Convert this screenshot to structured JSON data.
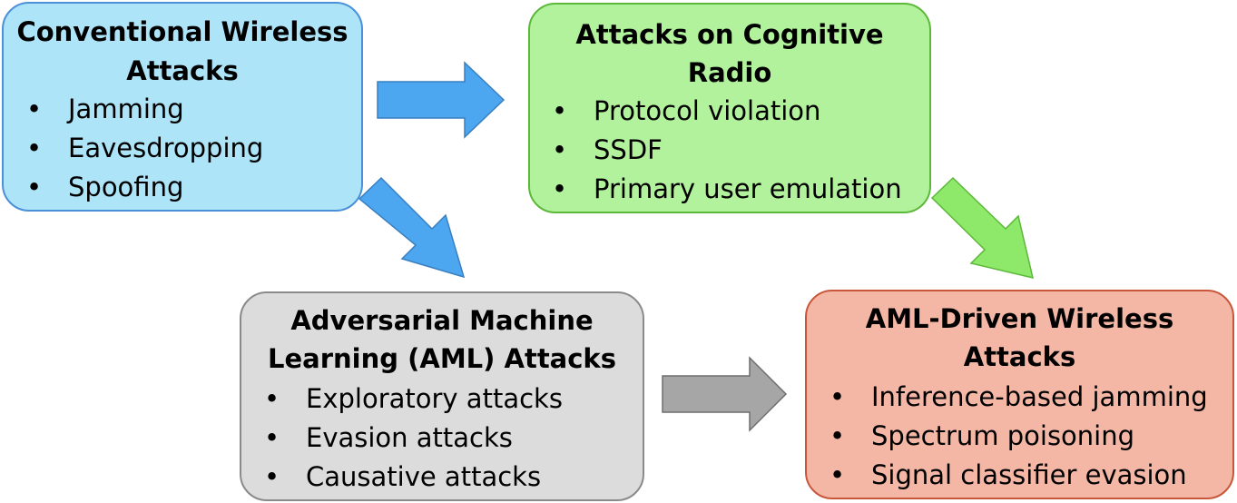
{
  "boxes": {
    "conventional": {
      "title_line1": "Conventional Wireless",
      "title_line2": "Attacks",
      "items": [
        "Jamming",
        "Eavesdropping",
        "Spoofing"
      ]
    },
    "cognitive": {
      "title_line1": "Attacks on Cognitive",
      "title_line2": "Radio",
      "items": [
        "Protocol violation",
        "SSDF",
        "Primary user emulation"
      ]
    },
    "aml": {
      "title_line1": "Adversarial Machine",
      "title_line2": "Learning (AML) Attacks",
      "items": [
        "Exploratory attacks",
        "Evasion attacks",
        "Causative attacks"
      ]
    },
    "amldriven": {
      "title_line1": "AML-Driven Wireless",
      "title_line2": "Attacks",
      "items": [
        "Inference-based jamming",
        "Spectrum poisoning",
        "Signal classifier evasion"
      ]
    }
  },
  "colors": {
    "blue_fill": "#aee4f7",
    "blue_stroke": "#4a90d9",
    "green_fill": "#b3f29c",
    "green_stroke": "#5cb83a",
    "gray_fill": "#dcdcdc",
    "gray_stroke": "#8a8a8a",
    "red_fill": "#f4b7a6",
    "red_stroke": "#c8563a",
    "arrow_blue": "#4da6f0",
    "arrow_green": "#8ee86a",
    "arrow_gray": "#a6a6a6"
  }
}
